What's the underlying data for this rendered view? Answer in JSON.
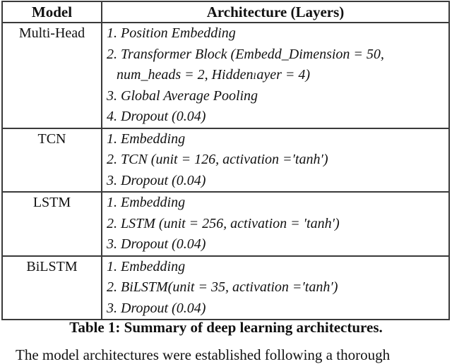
{
  "table": {
    "headers": {
      "model": "Model",
      "architecture": "Architecture (Layers)"
    },
    "rows": [
      {
        "model": "Multi-Head",
        "layers": [
          "1. Position Embedding",
          "2. Transformer Block (Embedd_Dimension = 50,",
          "num_heads = 2, Hiddenₗayer = 4)",
          "3. Global Average Pooling",
          "4. Dropout (0.04)"
        ]
      },
      {
        "model": "TCN",
        "layers": [
          "1. Embedding",
          "2. TCN (unit = 126, activation =′tanh′)",
          "3. Dropout (0.04)"
        ]
      },
      {
        "model": "LSTM",
        "layers": [
          "1. Embedding",
          "2. LSTM (unit = 256, activation = ′tanh′)",
          "3. Dropout (0.04)"
        ]
      },
      {
        "model": "BiLSTM",
        "layers": [
          "1. Embedding",
          "2. BiLSTM(unit = 35, activation =′tanh′)",
          "3. Dropout (0.04)"
        ]
      }
    ]
  },
  "caption": "Table 1: Summary of deep learning architectures.",
  "body_text_fragment": "The model architectures were established following a thorough"
}
